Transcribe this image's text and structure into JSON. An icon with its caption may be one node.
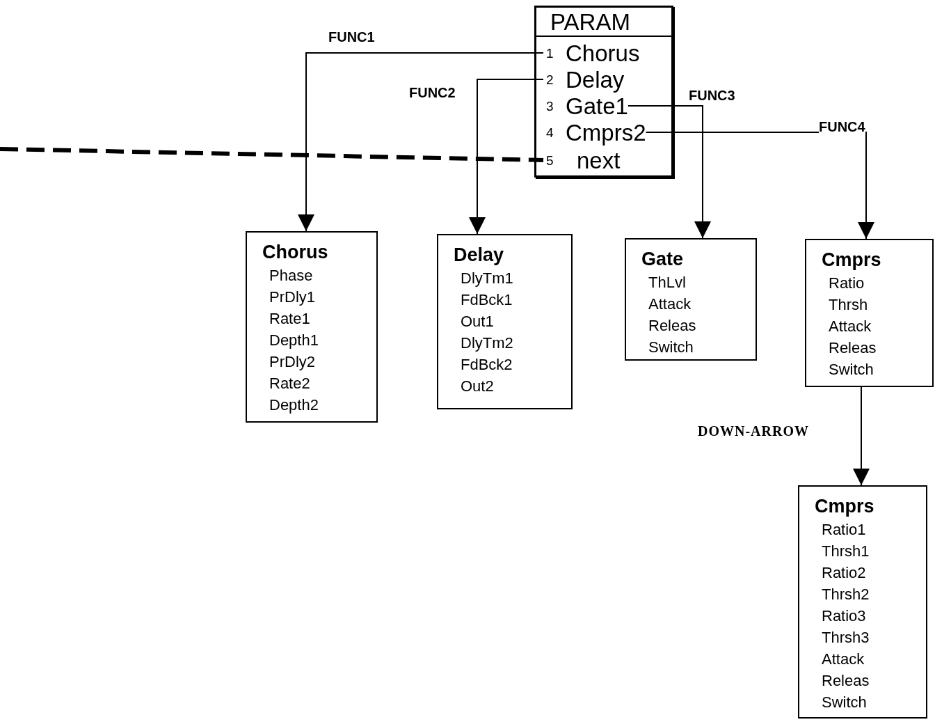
{
  "diagram": {
    "nodes": [
      {
        "text": [
          "PARAM"
        ]
      },
      {
        "text": [
          "1",
          "Chorus"
        ],
        "in": 0
      },
      {
        "text": [
          "2",
          "Delay"
        ],
        "in": 0
      },
      {
        "text": [
          "3",
          "Gate1"
        ],
        "in": 0
      },
      {
        "text": [
          "4",
          "Cmprs2"
        ],
        "in": 0
      },
      {
        "text": [
          "5",
          "next"
        ],
        "in": 0
      },
      {
        "text": [
          "Chorus",
          "Phase",
          "PrDly1",
          "Rate1",
          "Depth1",
          "PrDly2",
          "Rate2",
          "Depth2"
        ]
      },
      {
        "text": [
          "Delay",
          "DlyTm1",
          "FdBck1",
          "Out1",
          "DlyTm2",
          "FdBck2",
          "Out2"
        ]
      },
      {
        "text": [
          "Gate",
          "ThLvl",
          "Attack",
          "Releas",
          "Switch"
        ]
      },
      {
        "text": [
          "Cmprs",
          "Ratio",
          "Thrsh",
          "Attack",
          "Releas",
          "Switch"
        ]
      },
      {
        "text": [
          "Cmprs",
          "Ratio1",
          "Thrsh1",
          "Ratio2",
          "Thrsh2",
          "Ratio3",
          "Thrsh3",
          "Attack",
          "Releas",
          "Switch"
        ]
      }
    ],
    "edges": [
      {
        "from": 1,
        "to": 6,
        "arrow": "to",
        "label": "FUNC1"
      },
      {
        "from": 2,
        "to": 7,
        "arrow": "to",
        "label": "FUNC2"
      },
      {
        "from": 3,
        "to": 8,
        "arrow": "to",
        "label": "FUNC3"
      },
      {
        "from": 4,
        "to": 9,
        "arrow": "to",
        "label": "FUNC4"
      },
      {
        "from": 9,
        "to": 10,
        "arrow": "to",
        "label": "DOWN-ARROW"
      },
      {
        "from": null,
        "to": 5,
        "arrow": "none",
        "style": "dashed"
      }
    ]
  }
}
